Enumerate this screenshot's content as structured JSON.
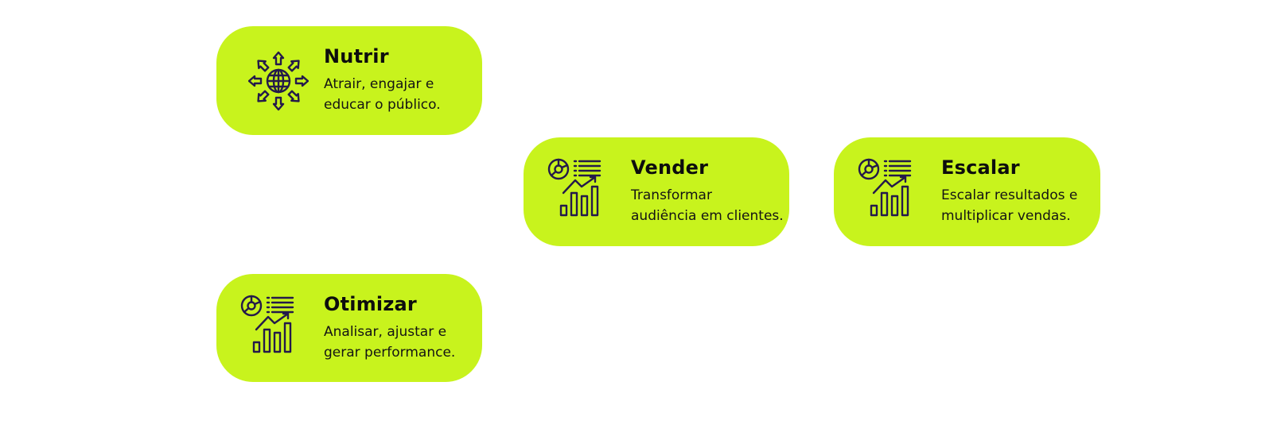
{
  "colors": {
    "card_background": "#c8f31d",
    "icon_stroke": "#241a4a",
    "text": "#0d0d0d"
  },
  "cards": [
    {
      "id": "nutrir",
      "icon": "globe-arrows-icon",
      "title": "Nutrir",
      "description_lines": [
        "Atrair, engajar e",
        "educar o público."
      ]
    },
    {
      "id": "vender",
      "icon": "analytics-chart-icon",
      "title": "Vender",
      "description_lines": [
        "Transformar",
        "audiência em clientes."
      ]
    },
    {
      "id": "escalar",
      "icon": "analytics-chart-icon",
      "title": "Escalar",
      "description_lines": [
        "Escalar resultados e",
        "multiplicar vendas."
      ]
    },
    {
      "id": "otimizar",
      "icon": "analytics-chart-icon",
      "title": "Otimizar",
      "description_lines": [
        "Analisar, ajustar e",
        "gerar performance."
      ]
    }
  ]
}
